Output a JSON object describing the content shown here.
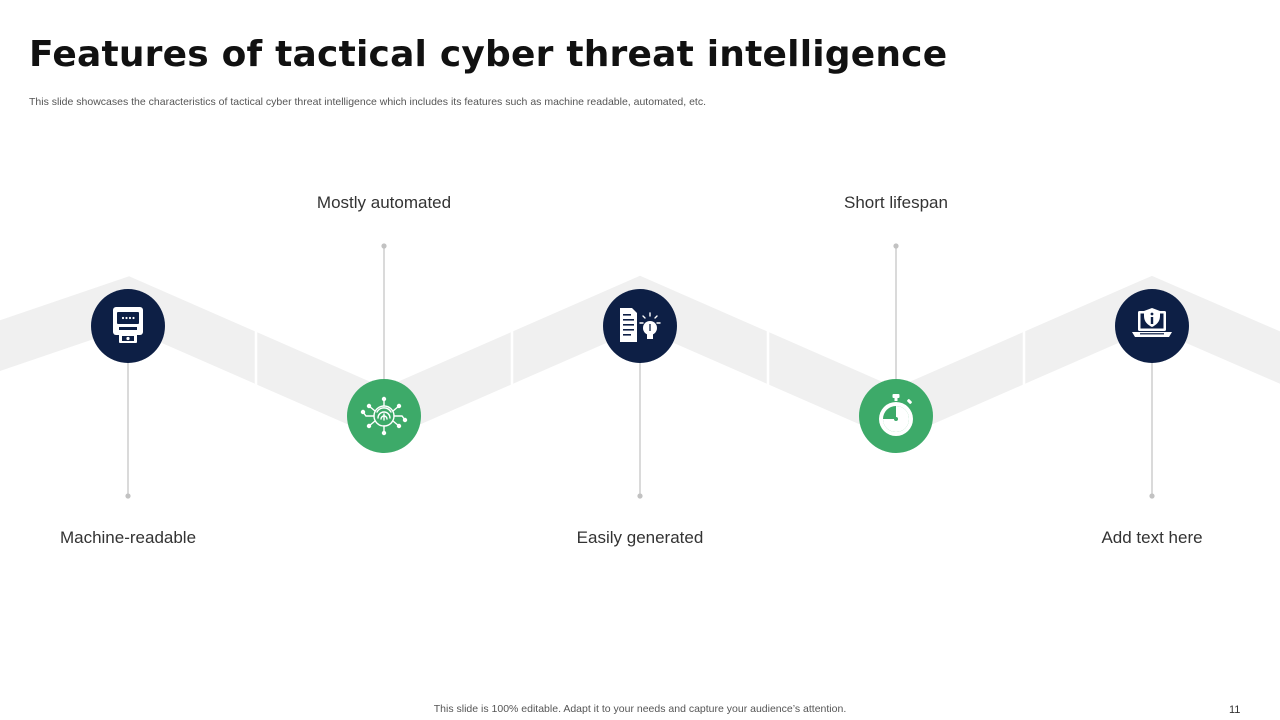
{
  "slide": {
    "title": "Features of tactical cyber threat intelligence",
    "subtitle": "This slide showcases the characteristics of tactical cyber threat intelligence which includes its features such as machine readable, automated, etc.",
    "footer_note": "This slide is 100% editable. Adapt it to your needs and capture your audience’s attention.",
    "page_number": "11"
  },
  "colors": {
    "navy": "#0d1f45",
    "green": "#3daa69",
    "band": "#f0f0f0",
    "connector": "#c2c2c2",
    "title": "#111111"
  },
  "features": [
    {
      "label": "Machine-readable",
      "icon": "atm-machine-icon",
      "circle_color": "navy"
    },
    {
      "label": "Mostly automated",
      "icon": "fingerprint-network-icon",
      "circle_color": "green"
    },
    {
      "label": "Easily generated",
      "icon": "document-lightbulb-icon",
      "circle_color": "navy"
    },
    {
      "label": "Short lifespan",
      "icon": "stopwatch-icon",
      "circle_color": "green"
    },
    {
      "label": "Add text here",
      "icon": "laptop-info-shield-icon",
      "circle_color": "navy"
    }
  ]
}
